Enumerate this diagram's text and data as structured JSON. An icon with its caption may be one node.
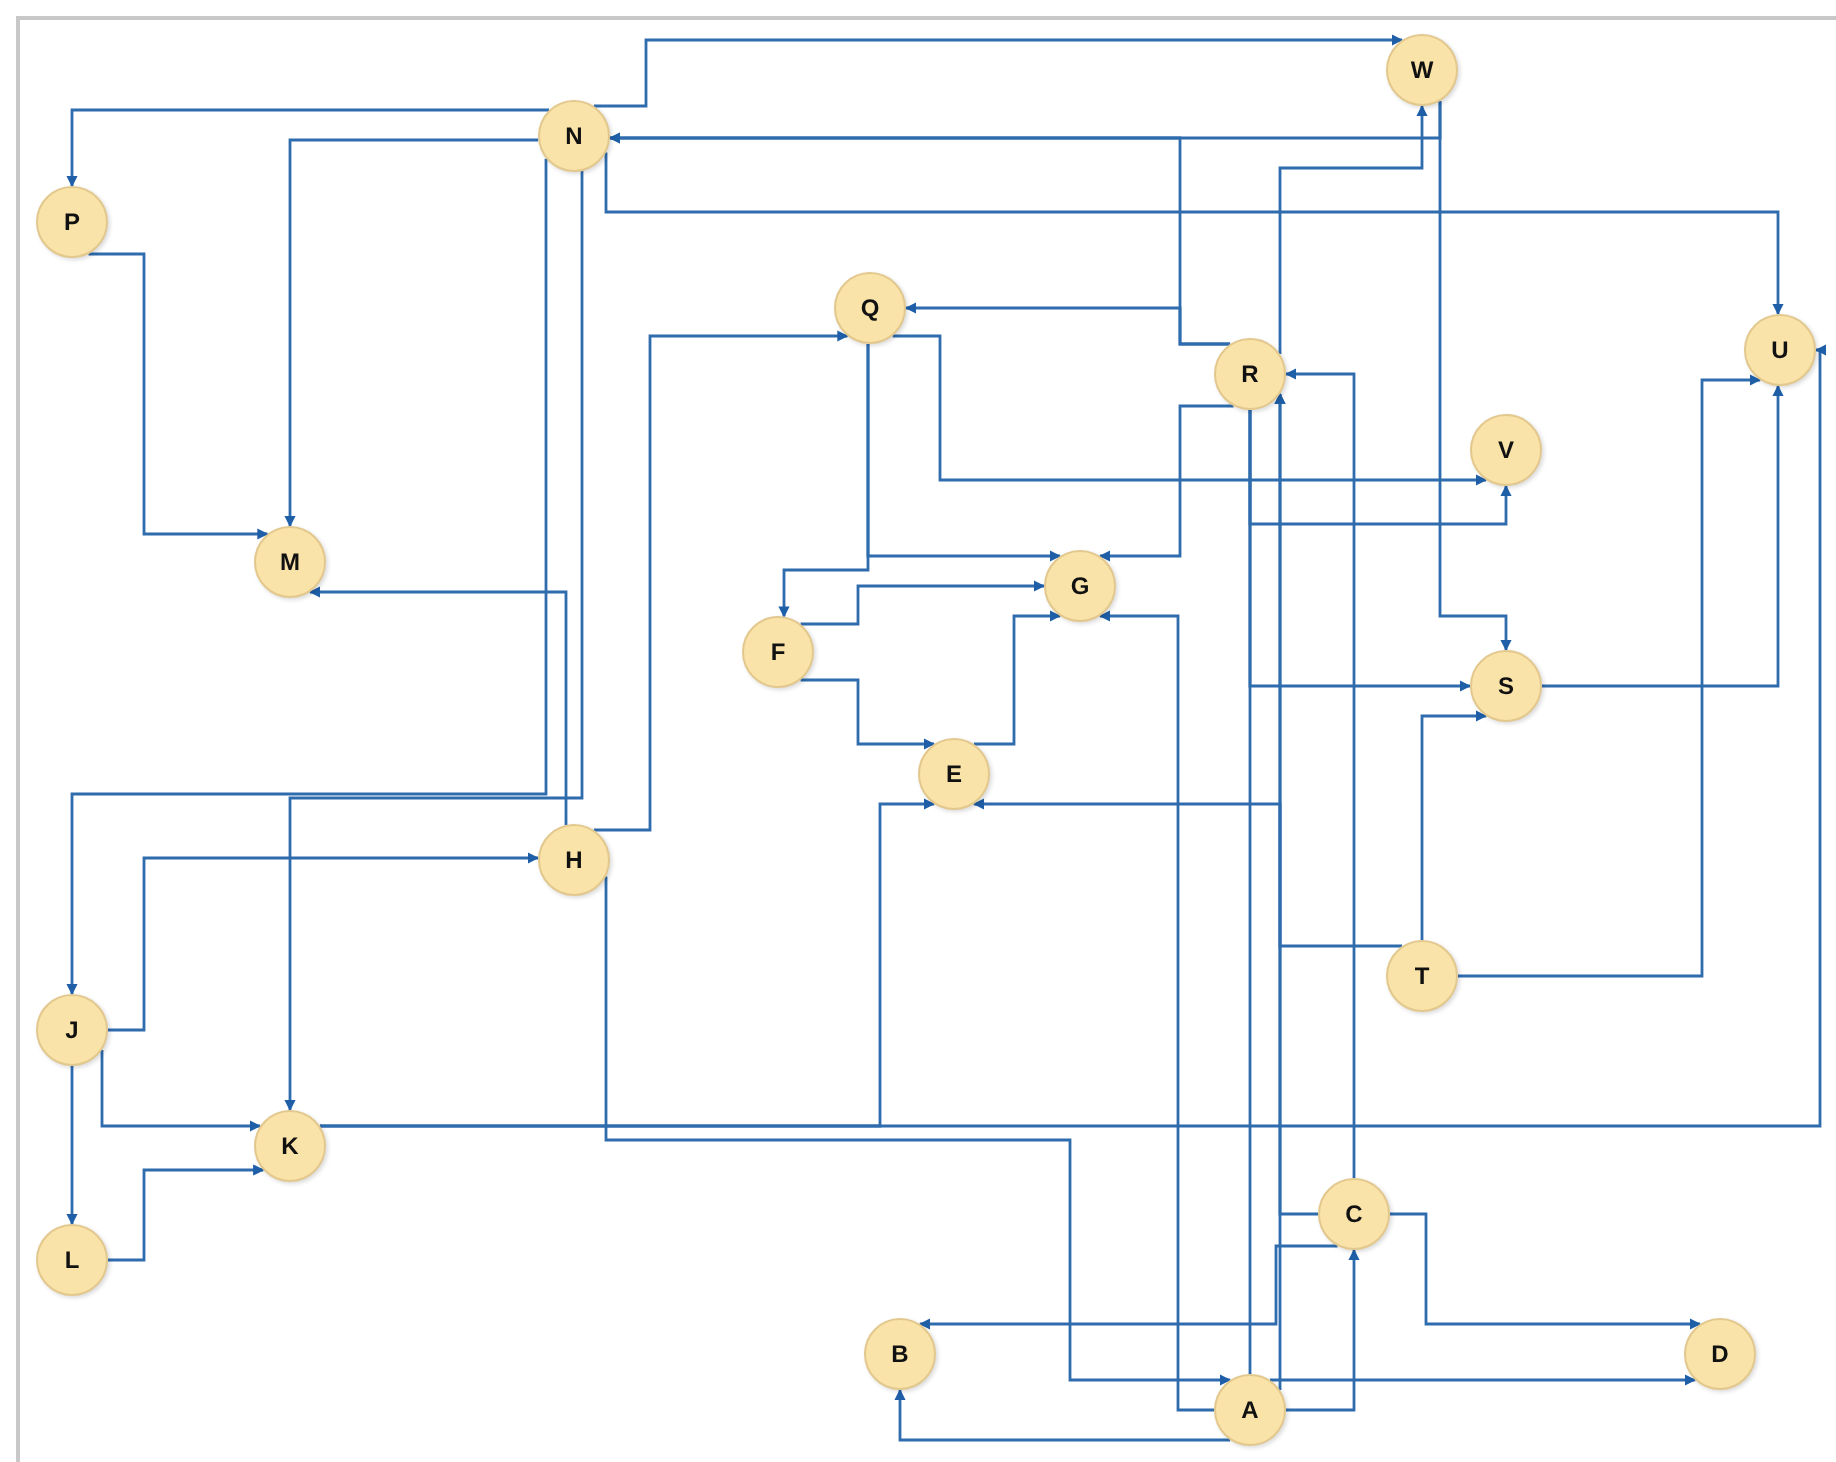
{
  "diagram": {
    "nodes": [
      {
        "text": [
          "W"
        ]
      },
      {
        "text": [
          "N"
        ]
      },
      {
        "text": [
          "P"
        ]
      },
      {
        "text": [
          "Q"
        ]
      },
      {
        "text": [
          "R"
        ]
      },
      {
        "text": [
          "U"
        ]
      },
      {
        "text": [
          "V"
        ]
      },
      {
        "text": [
          "M"
        ]
      },
      {
        "text": [
          "G"
        ]
      },
      {
        "text": [
          "F"
        ]
      },
      {
        "text": [
          "S"
        ]
      },
      {
        "text": [
          "E"
        ]
      },
      {
        "text": [
          "H"
        ]
      },
      {
        "text": [
          "T"
        ]
      },
      {
        "text": [
          "J"
        ]
      },
      {
        "text": [
          "K"
        ]
      },
      {
        "text": [
          "L"
        ]
      },
      {
        "text": [
          "C"
        ]
      },
      {
        "text": [
          "B"
        ]
      },
      {
        "text": [
          "D"
        ]
      },
      {
        "text": [
          "A"
        ]
      }
    ],
    "edges": [
      {
        "from": 1,
        "to": 0,
        "arrow": "to"
      },
      {
        "from": 1,
        "to": 2,
        "arrow": "to"
      },
      {
        "from": 1,
        "to": 7,
        "arrow": "to"
      },
      {
        "from": 1,
        "to": 5,
        "arrow": "to"
      },
      {
        "from": 0,
        "to": 1,
        "arrow": "to"
      },
      {
        "from": 0,
        "to": 10,
        "arrow": "to"
      },
      {
        "from": 4,
        "to": 1,
        "arrow": "to"
      },
      {
        "from": 4,
        "to": 3,
        "arrow": "to"
      },
      {
        "from": 4,
        "to": 0,
        "arrow": "to"
      },
      {
        "from": 3,
        "to": 6,
        "arrow": "to"
      },
      {
        "from": 4,
        "to": 8,
        "arrow": "to"
      },
      {
        "from": 3,
        "to": 9,
        "arrow": "to"
      },
      {
        "from": 3,
        "to": 8,
        "arrow": "to"
      },
      {
        "from": 9,
        "to": 8,
        "arrow": "to"
      },
      {
        "from": 9,
        "to": 11,
        "arrow": "to"
      },
      {
        "from": 11,
        "to": 8,
        "arrow": "to"
      },
      {
        "from": 2,
        "to": 7,
        "arrow": "to"
      },
      {
        "from": 12,
        "to": 7,
        "arrow": "to"
      },
      {
        "from": 1,
        "to": 14,
        "arrow": "to"
      },
      {
        "from": 1,
        "to": 15,
        "arrow": "to"
      },
      {
        "from": 14,
        "to": 12,
        "arrow": "to"
      },
      {
        "from": 14,
        "to": 15,
        "arrow": "to"
      },
      {
        "from": 14,
        "to": 16,
        "arrow": "to"
      },
      {
        "from": 16,
        "to": 15,
        "arrow": "to"
      },
      {
        "from": 12,
        "to": 3,
        "arrow": "to"
      },
      {
        "from": 15,
        "to": 11,
        "arrow": "to"
      },
      {
        "from": 15,
        "to": 5,
        "arrow": "to"
      },
      {
        "from": 12,
        "to": 20,
        "arrow": "to"
      },
      {
        "from": 17,
        "to": 11,
        "arrow": "to"
      },
      {
        "from": 17,
        "to": 18,
        "arrow": "to"
      },
      {
        "from": 17,
        "to": 4,
        "arrow": "to"
      },
      {
        "from": 17,
        "to": 19,
        "arrow": "to"
      },
      {
        "from": 20,
        "to": 18,
        "arrow": "to"
      },
      {
        "from": 20,
        "to": 17,
        "arrow": "to"
      },
      {
        "from": 20,
        "to": 19,
        "arrow": "to"
      },
      {
        "from": 20,
        "to": 4,
        "arrow": "to"
      },
      {
        "from": 4,
        "to": 20,
        "arrow": "none"
      },
      {
        "from": 4,
        "to": 6,
        "arrow": "to"
      },
      {
        "from": 4,
        "to": 10,
        "arrow": "to"
      },
      {
        "from": 20,
        "to": 8,
        "arrow": "to"
      },
      {
        "from": 13,
        "to": 10,
        "arrow": "to"
      },
      {
        "from": 13,
        "to": 5,
        "arrow": "to"
      },
      {
        "from": 10,
        "to": 5,
        "arrow": "to"
      },
      {
        "from": 13,
        "to": 4,
        "arrow": "to"
      }
    ]
  }
}
